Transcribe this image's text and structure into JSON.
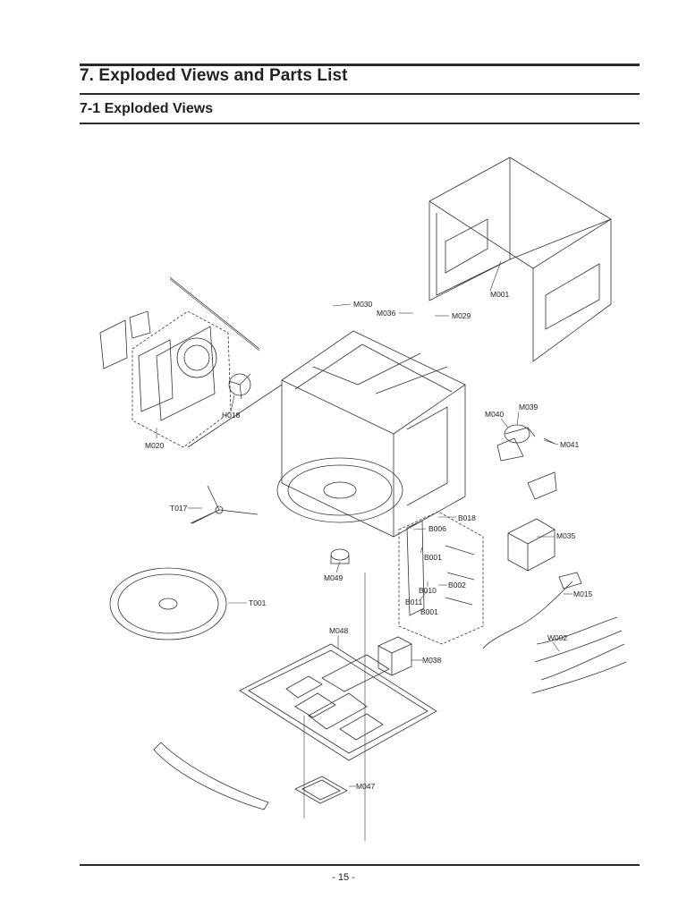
{
  "document": {
    "chapter_title": "7. Exploded Views and Parts List",
    "section_title": "7-1 Exploded Views",
    "page_number": "- 15 -"
  },
  "diagram": {
    "callouts": [
      "M001",
      "M030",
      "M036",
      "M029",
      "M039",
      "M040",
      "M041",
      "M020",
      "H018",
      "T017",
      "B018",
      "B006",
      "B001",
      "M035",
      "M049",
      "B010",
      "B002",
      "B011",
      "M015",
      "T001",
      "M048",
      "M038",
      "W002",
      "M047"
    ]
  }
}
